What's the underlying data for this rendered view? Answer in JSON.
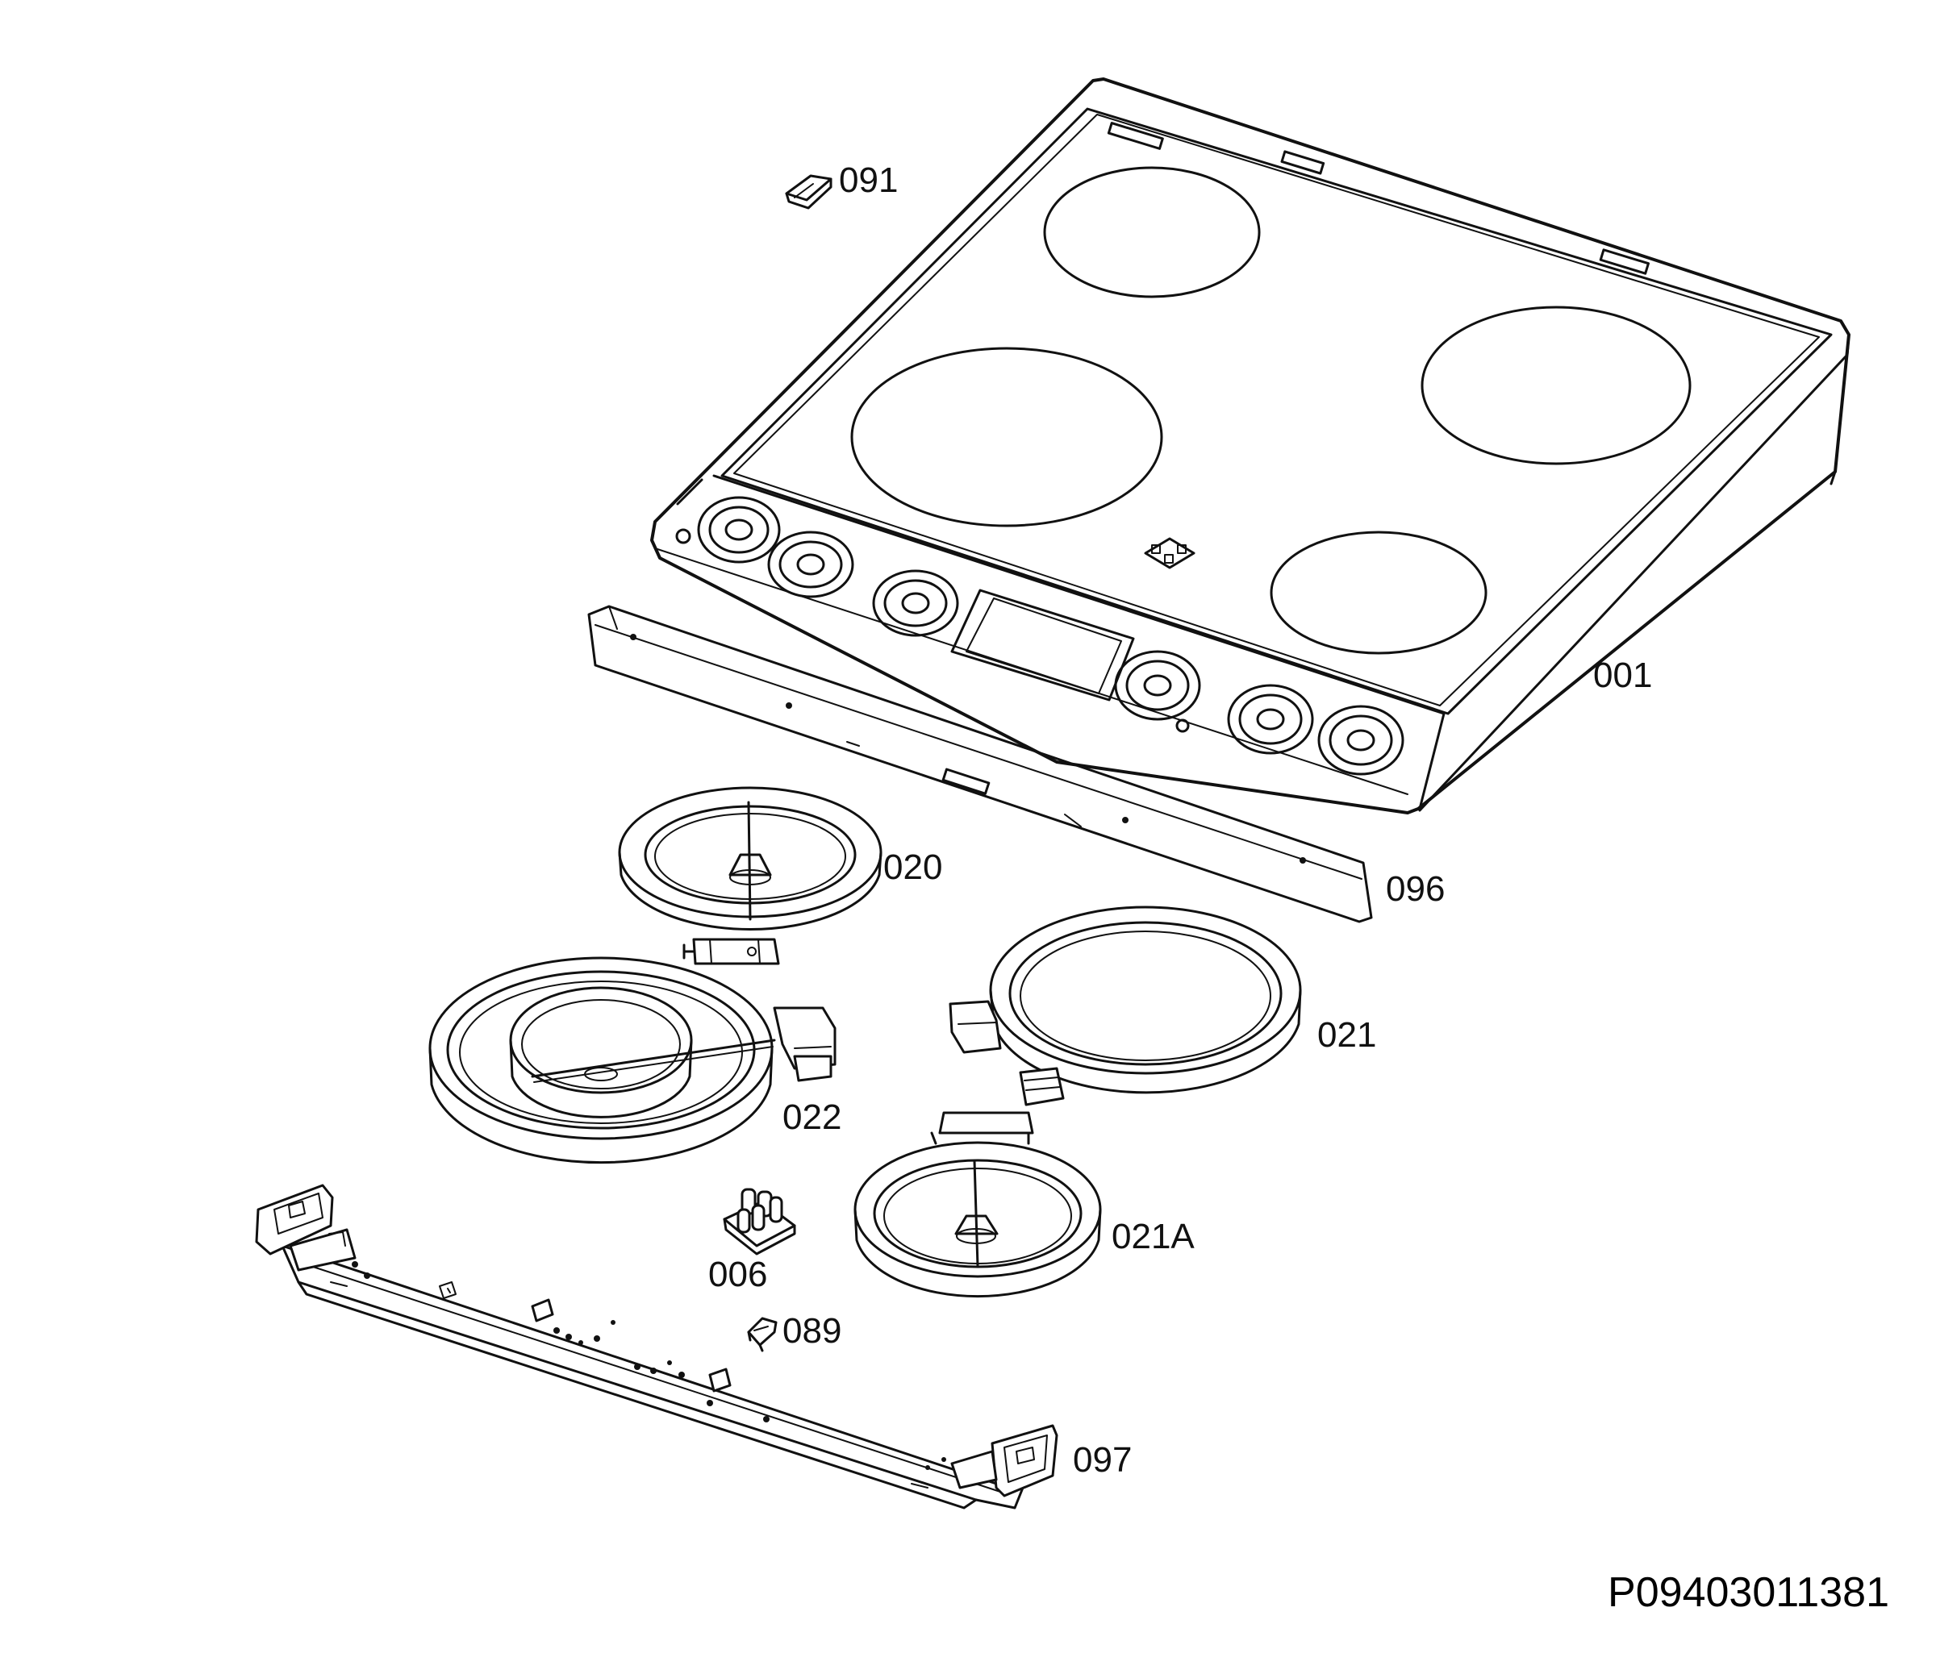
{
  "labels": {
    "p001": "001",
    "p091": "091",
    "p020": "020",
    "p096": "096",
    "p021": "021",
    "p022": "022",
    "p021a": "021A",
    "p006": "006",
    "p089": "089",
    "p097": "097"
  },
  "document_code": "P09403011381",
  "colors": {
    "line": "#111111",
    "background": "#ffffff"
  }
}
